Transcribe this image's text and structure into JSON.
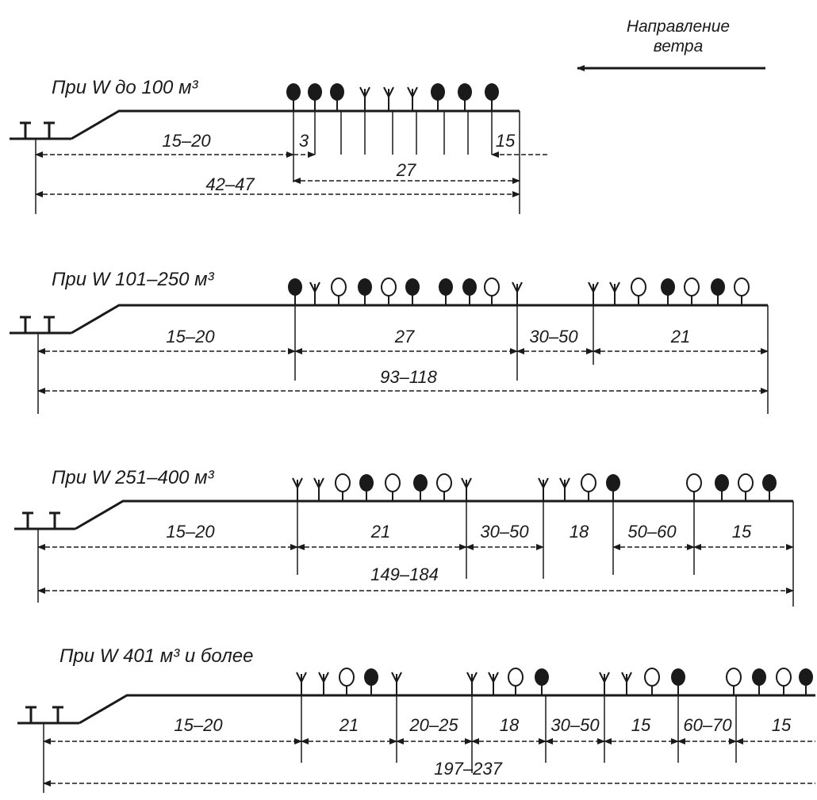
{
  "wind": {
    "label_line1": "Направление",
    "label_line2": "ветра"
  },
  "sections": [
    {
      "header": "При W до 100 м³",
      "segments": [
        "15–20",
        "3",
        "27",
        "15"
      ],
      "total": "42–47"
    },
    {
      "header": "При W 101–250 м³",
      "segments": [
        "15–20",
        "27",
        "30–50",
        "21"
      ],
      "total": "93–118"
    },
    {
      "header": "При W 251–400 м³",
      "segments": [
        "15–20",
        "21",
        "30–50",
        "18",
        "50–60",
        "15"
      ],
      "total": "149–184"
    },
    {
      "header": "При W 401 м³ и более",
      "segments": [
        "15–20",
        "21",
        "20–25",
        "18",
        "30–50",
        "15",
        "60–70",
        "15"
      ],
      "total": "197–237"
    }
  ]
}
